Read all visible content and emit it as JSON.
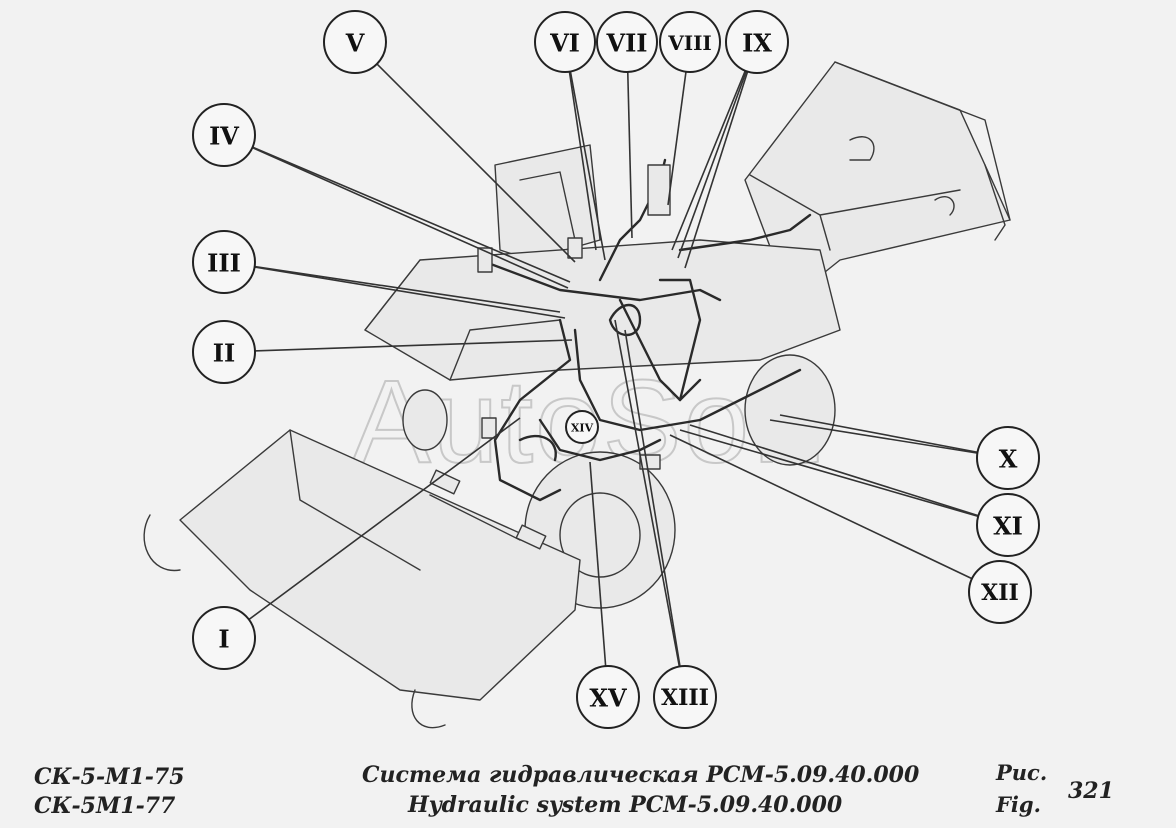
{
  "watermark": "AutoSoft",
  "callouts": [
    {
      "label": "I",
      "name": "callout-I",
      "size": 24
    },
    {
      "label": "II",
      "name": "callout-II",
      "size": 24
    },
    {
      "label": "III",
      "name": "callout-III",
      "size": 24
    },
    {
      "label": "IV",
      "name": "callout-IV",
      "size": 24
    },
    {
      "label": "V",
      "name": "callout-V",
      "size": 24
    },
    {
      "label": "VI",
      "name": "callout-VI",
      "size": 24
    },
    {
      "label": "VII",
      "name": "callout-VII",
      "size": 24
    },
    {
      "label": "VIII",
      "name": "callout-VIII",
      "size": 20
    },
    {
      "label": "IX",
      "name": "callout-IX",
      "size": 24
    },
    {
      "label": "X",
      "name": "callout-X",
      "size": 24
    },
    {
      "label": "XI",
      "name": "callout-XI",
      "size": 24
    },
    {
      "label": "XII",
      "name": "callout-XII",
      "size": 22
    },
    {
      "label": "XIII",
      "name": "callout-XIII",
      "size": 22
    },
    {
      "label": "XIV",
      "name": "callout-XIV",
      "size": 11
    },
    {
      "label": "XV",
      "name": "callout-XV",
      "size": 24
    }
  ],
  "footer": {
    "model_1": "СК-5-М1-75",
    "model_2": "СК-5М1-77",
    "title_ru": "Система гидравлическая РСМ-5.09.40.000",
    "title_en": "Hydraulic system РСМ-5.09.40.000",
    "fig_ru": "Рис.",
    "fig_en": "Fig.",
    "fig_number": "321"
  }
}
